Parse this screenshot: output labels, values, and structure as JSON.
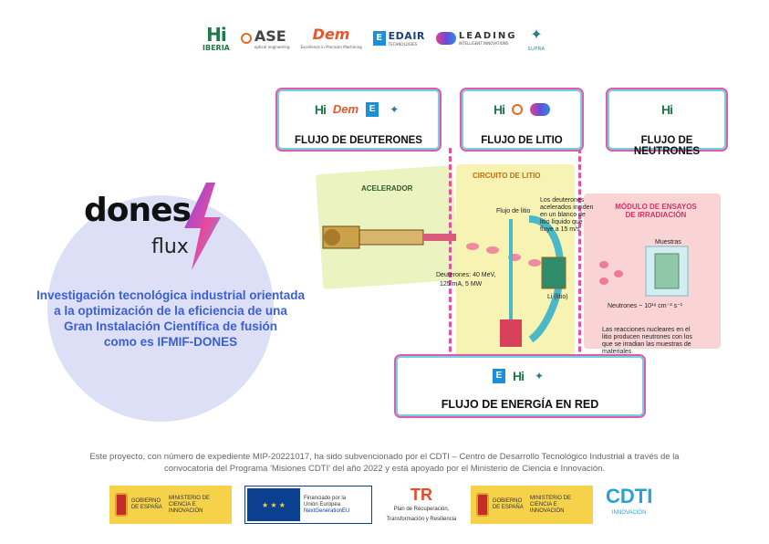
{
  "header_logos": {
    "hi_mark": "Hi",
    "hi_text": "IBERIA",
    "ase": "ASE",
    "ase_sub": "optical engineering",
    "dem": "Dem",
    "dem_sub": "Excellence in Precision Machining",
    "edair": "EDAIR",
    "edair_sub": "TECHNOLOGIES",
    "leading": "LEADING",
    "leading_sub": "INTELLIGENT INNOVATIONS",
    "supra": "SUPRA"
  },
  "brand": {
    "dones": "dones",
    "flux": "flux",
    "headline_lines": [
      "Investigación tecnológica industrial orientada",
      "a la optimización de la eficiencia de una",
      "Gran Instalación Científica de fusión",
      "como es IFMIF-DONES"
    ],
    "bolt_gradient": [
      "#7a4bf0",
      "#e84a9c",
      "#4ab0f0"
    ]
  },
  "diagram": {
    "cards": {
      "deuterones": "FLUJO DE DEUTERONES",
      "litio": "FLUJO DE LITIO",
      "neutrones": "FLUJO DE NEUTRONES",
      "energia": "FLUJO DE ENERGÍA EN RED"
    },
    "acelerador": "ACELERADOR",
    "circuito": "CIRCUITO DE LITIO",
    "flujo_litio": "Flujo de litio",
    "deuterones_note": "Los deuterones acelerados inciden en un blanco de litio líquido que fluye a 15 m/s",
    "deuterones_energy_1": "Deuterones: 40 MeV,",
    "deuterones_energy_2": "125 mA, 5 MW",
    "modulo": "MÓDULO DE ENSAYOS DE IRRADIACIÓN",
    "muestras": "Muestras",
    "neutrones_flux": "Neutrones ~ 10¹⁸ cm⁻² s⁻¹",
    "reacciones_note": "Las reacciones nucleares en el litio producen neutrones con los que se irradian las muestras de materiales",
    "li_label": "Li (litio)",
    "colors": {
      "pink": "#e35aa5",
      "cyan": "#6fd0e8",
      "lithium": "#f6f2a6",
      "accel": "#e9f3b9"
    }
  },
  "footer": {
    "note_line1": "Este proyecto, con número de expediente MIP-20221017, ha sido subvencionado por el CDTI – Centro de Desarrollo Tecnológico Industrial a través de la",
    "note_line2": "convocatoria del Programa 'Misiones CDTI' del año 2022 y está apoyado por el Ministerio de Ciencia e Innovación.",
    "gobierno": "GOBIERNO DE ESPAÑA",
    "ministerio": "MINISTERIO DE CIENCIA E INNOVACIÓN",
    "eu_1": "Financiado por la",
    "eu_2": "Unión Europea",
    "eu_3": "NextGenerationEU",
    "prtr_1": "Plan de Recuperación,",
    "prtr_2": "Transformación y Resiliencia",
    "tr_mark": "TR",
    "cdti": "CDTI",
    "cdti_sub": "INNOVACIÓN"
  }
}
